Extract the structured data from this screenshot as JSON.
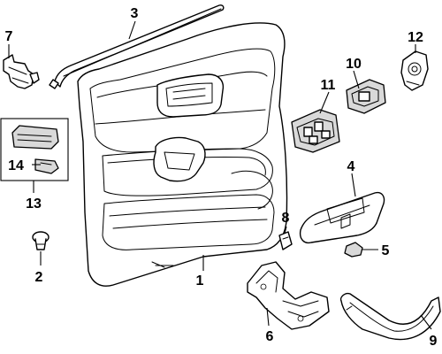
{
  "diagram": {
    "callouts": [
      {
        "id": "1",
        "label": "1"
      },
      {
        "id": "2",
        "label": "2"
      },
      {
        "id": "3",
        "label": "3"
      },
      {
        "id": "4",
        "label": "4"
      },
      {
        "id": "5",
        "label": "5"
      },
      {
        "id": "6",
        "label": "6"
      },
      {
        "id": "7",
        "label": "7"
      },
      {
        "id": "8",
        "label": "8"
      },
      {
        "id": "9",
        "label": "9"
      },
      {
        "id": "10",
        "label": "10"
      },
      {
        "id": "11",
        "label": "11"
      },
      {
        "id": "12",
        "label": "12"
      },
      {
        "id": "13",
        "label": "13"
      },
      {
        "id": "14",
        "label": "14"
      }
    ],
    "parts": [
      {
        "name": "door-trim-panel",
        "callout": "1"
      },
      {
        "name": "push-clip",
        "callout": "2"
      },
      {
        "name": "belt-weatherstrip",
        "callout": "3"
      },
      {
        "name": "switch-bezel",
        "callout": "4"
      },
      {
        "name": "clip",
        "callout": "5"
      },
      {
        "name": "armrest-bracket",
        "callout": "6"
      },
      {
        "name": "trim-bracket",
        "callout": "7"
      },
      {
        "name": "retainer-clip",
        "callout": "8"
      },
      {
        "name": "lower-trim-molding",
        "callout": "9"
      },
      {
        "name": "window-switch-single",
        "callout": "10"
      },
      {
        "name": "window-switch-master",
        "callout": "11"
      },
      {
        "name": "mirror-switch",
        "callout": "12"
      },
      {
        "name": "switch-assembly",
        "callout": "13"
      },
      {
        "name": "switch-bezel-small",
        "callout": "14"
      }
    ]
  }
}
